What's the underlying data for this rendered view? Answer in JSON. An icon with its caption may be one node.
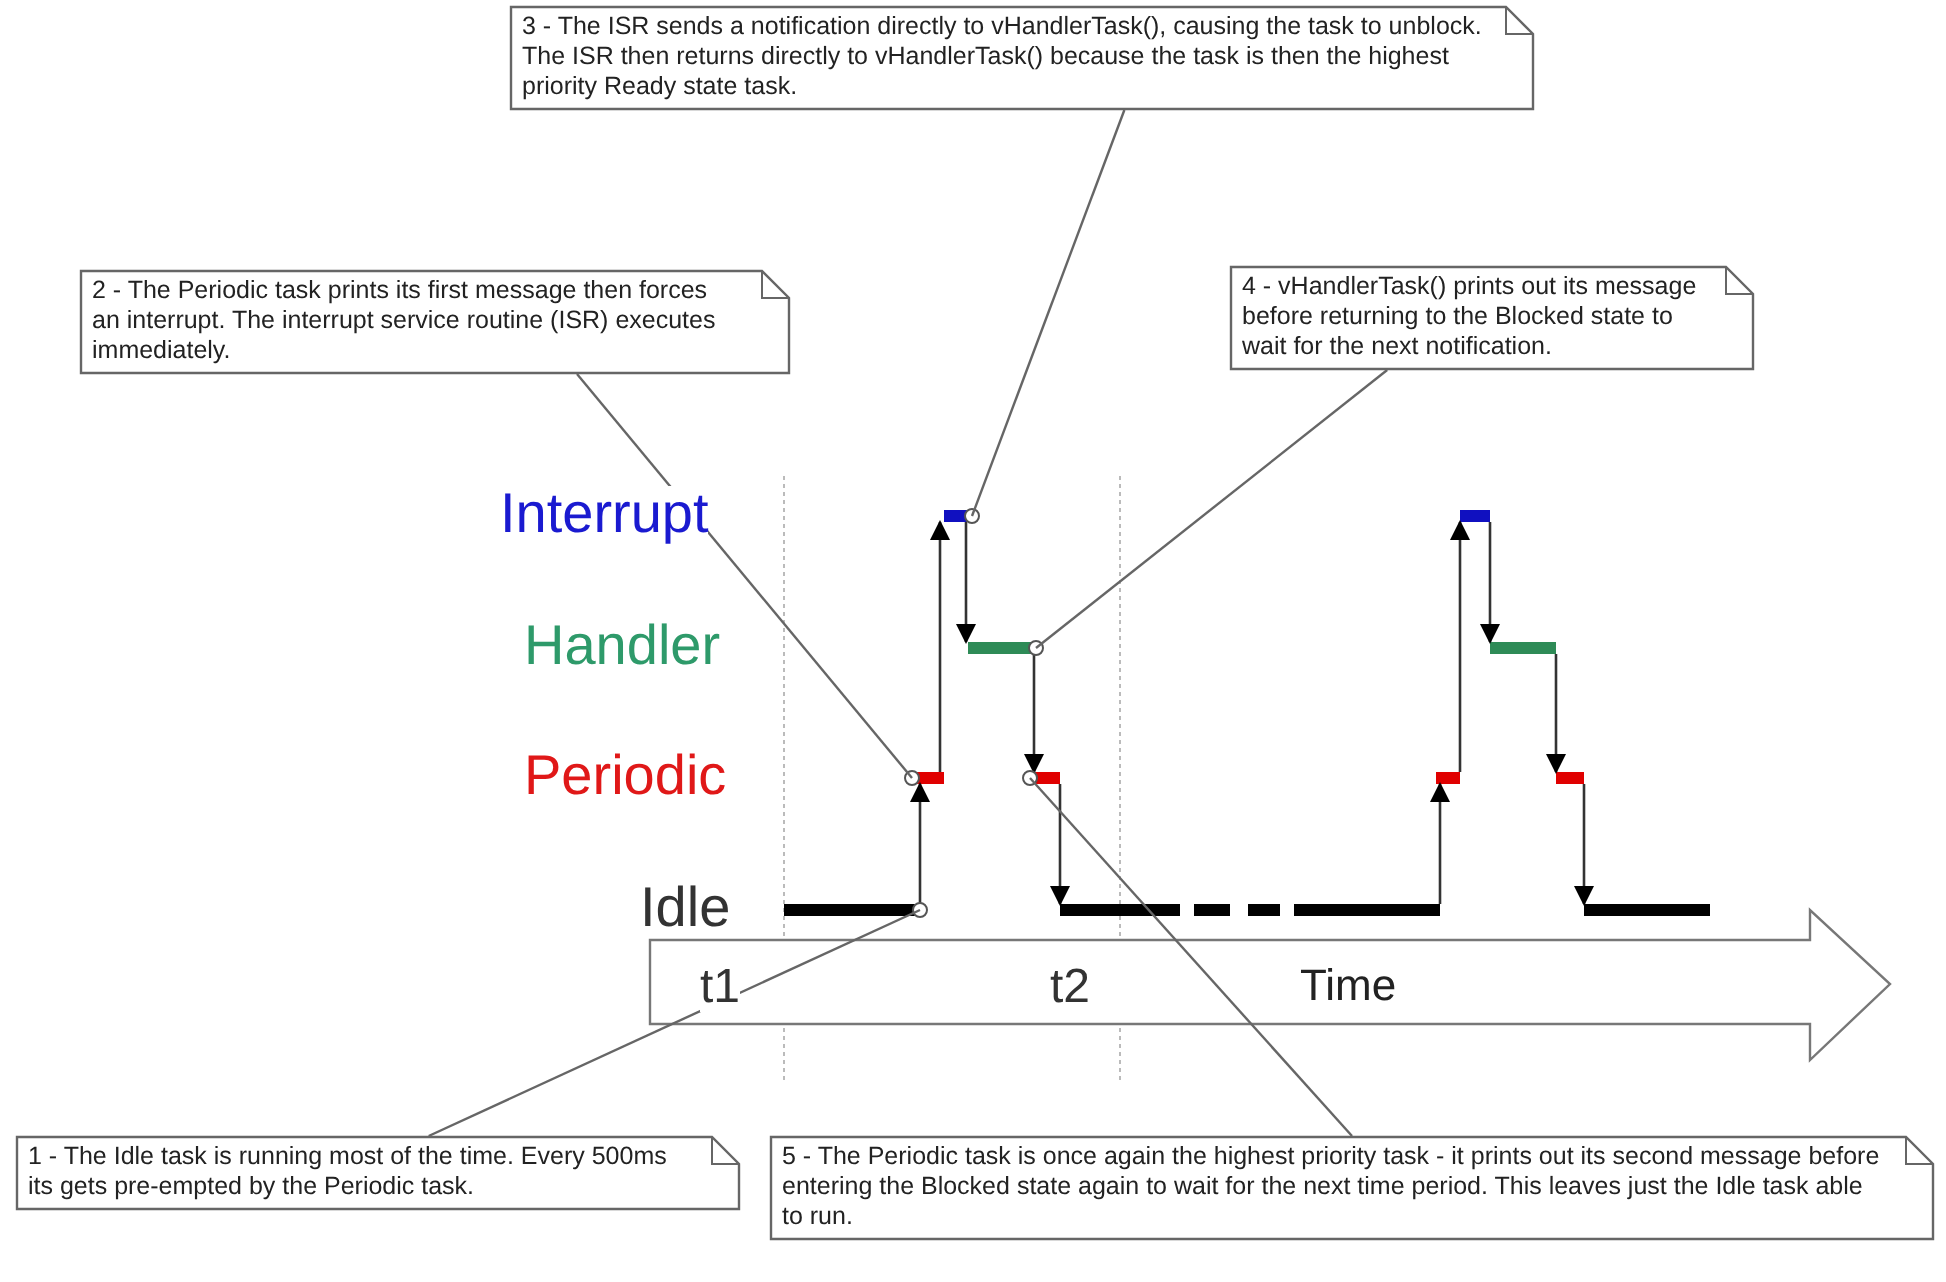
{
  "diagram": {
    "nodes": [
      {
        "text": [
          "3 - The ISR sends a notification directly to vHandlerTask(), causing the task to unblock. The ISR then returns directly to vHandlerTask() because the task is then the highest priority Ready state task."
        ]
      },
      {
        "text": [
          "2 - The Periodic task prints its first message then forces an interrupt. The interrupt service routine (ISR) executes immediately."
        ]
      },
      {
        "text": [
          "4 - vHandlerTask() prints out its message before returning to the Blocked state to wait for the next notification."
        ]
      },
      {
        "text": [
          "1 - The Idle task is running most of the time. Every 500ms its gets pre-empted by the Periodic task."
        ]
      },
      {
        "text": [
          "5 - The Periodic task is once again the highest priority task - it prints out its second message before entering the Blocked state again to wait for the next time period. This leaves just the Idle task able to run."
        ]
      }
    ],
    "edges": [
      {
        "from": 0,
        "to": null,
        "arrow": "none"
      },
      {
        "from": 1,
        "to": null,
        "arrow": "none"
      },
      {
        "from": 2,
        "to": null,
        "arrow": "none"
      },
      {
        "from": 3,
        "to": null,
        "arrow": "none"
      },
      {
        "from": 4,
        "to": null,
        "arrow": "none"
      }
    ],
    "labels": [
      "Interrupt",
      "Handler",
      "Periodic",
      "Idle",
      "t1",
      "t2",
      "Time"
    ]
  }
}
